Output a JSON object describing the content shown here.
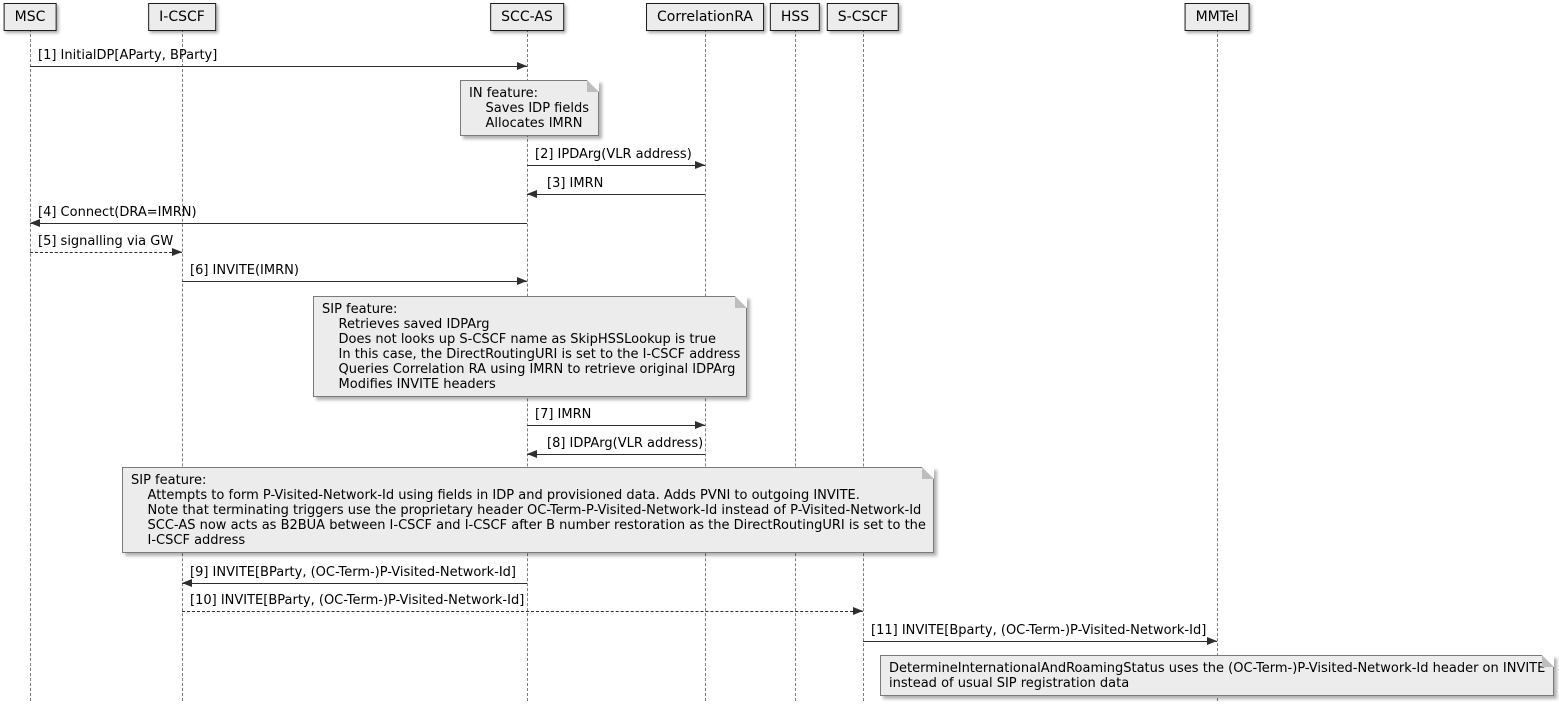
{
  "diagram": {
    "type": "uml-sequence-diagram",
    "participants": [
      {
        "id": "msc",
        "name": "MSC"
      },
      {
        "id": "i-cscf",
        "name": "I-CSCF"
      },
      {
        "id": "scc-as",
        "name": "SCC-AS"
      },
      {
        "id": "correlationra",
        "name": "CorrelationRA"
      },
      {
        "id": "hss",
        "name": "HSS"
      },
      {
        "id": "s-cscf",
        "name": "S-CSCF"
      },
      {
        "id": "mmtel",
        "name": "MMTel"
      }
    ],
    "messages": [
      {
        "seq": 1,
        "from": "MSC",
        "to": "SCC-AS",
        "line": "solid",
        "label": "[1] InitialDP[AParty, BParty]"
      },
      {
        "seq": 2,
        "from": "SCC-AS",
        "to": "CorrelationRA",
        "line": "solid",
        "label": "[2] IPDArg(VLR address)"
      },
      {
        "seq": 3,
        "from": "CorrelationRA",
        "to": "SCC-AS",
        "line": "solid",
        "label": "[3] IMRN"
      },
      {
        "seq": 4,
        "from": "SCC-AS",
        "to": "MSC",
        "line": "solid",
        "label": "[4] Connect(DRA=IMRN)"
      },
      {
        "seq": 5,
        "from": "MSC",
        "to": "I-CSCF",
        "line": "dashed",
        "label": "[5] signalling via GW"
      },
      {
        "seq": 6,
        "from": "I-CSCF",
        "to": "SCC-AS",
        "line": "solid",
        "label": "[6] INVITE(IMRN)"
      },
      {
        "seq": 7,
        "from": "SCC-AS",
        "to": "CorrelationRA",
        "line": "solid",
        "label": "[7] IMRN"
      },
      {
        "seq": 8,
        "from": "CorrelationRA",
        "to": "SCC-AS",
        "line": "solid",
        "label": "[8] IDPArg(VLR address)"
      },
      {
        "seq": 9,
        "from": "SCC-AS",
        "to": "I-CSCF",
        "line": "solid",
        "label": "[9] INVITE[BParty, (OC-Term-)P-Visited-Network-Id]"
      },
      {
        "seq": 10,
        "from": "I-CSCF",
        "to": "S-CSCF",
        "line": "dashed",
        "label": "[10] INVITE[BParty, (OC-Term-)P-Visited-Network-Id]"
      },
      {
        "seq": 11,
        "from": "S-CSCF",
        "to": "MMTel",
        "line": "solid",
        "label": "[11] INVITE[Bparty, (OC-Term-)P-Visited-Network-Id]"
      }
    ],
    "notes": [
      {
        "over": "SCC-AS",
        "lines": [
          "IN feature:",
          "    Saves IDP fields",
          "    Allocates IMRN"
        ]
      },
      {
        "over": "SCC-AS",
        "lines": [
          "SIP feature:",
          "    Retrieves saved IDPArg",
          "    Does not looks up S-CSCF name as SkipHSSLookup is true",
          "    In this case, the DirectRoutingURI is set to the I-CSCF address",
          "    Queries Correlation RA using IMRN to retrieve original IDPArg",
          "    Modifies INVITE headers"
        ]
      },
      {
        "over": "SCC-AS",
        "lines": [
          "SIP feature:",
          "    Attempts to form P-Visited-Network-Id using fields in IDP and provisioned data. Adds PVNI to outgoing INVITE.",
          "    Note that terminating triggers use the proprietary header OC-Term-P-Visited-Network-Id instead of P-Visited-Network-Id",
          "    SCC-AS now acts as B2BUA between I-CSCF and I-CSCF after B number restoration as the DirectRoutingURI is set to the",
          "    I-CSCF address"
        ]
      },
      {
        "over": "MMTel",
        "lines": [
          "DetermineInternationalAndRoamingStatus uses the (OC-Term-)P-Visited-Network-Id header on INVITE",
          "instead of usual SIP registration data"
        ]
      }
    ],
    "colors": {
      "participant_fill": "#ECECEC",
      "participant_border": "#1b1b1b",
      "note_fill": "#ECECEC",
      "note_border": "#7a7a7a",
      "message_line": "#2e2e2e",
      "lifeline": "#7d7d7d",
      "background": "#ffffff"
    }
  }
}
